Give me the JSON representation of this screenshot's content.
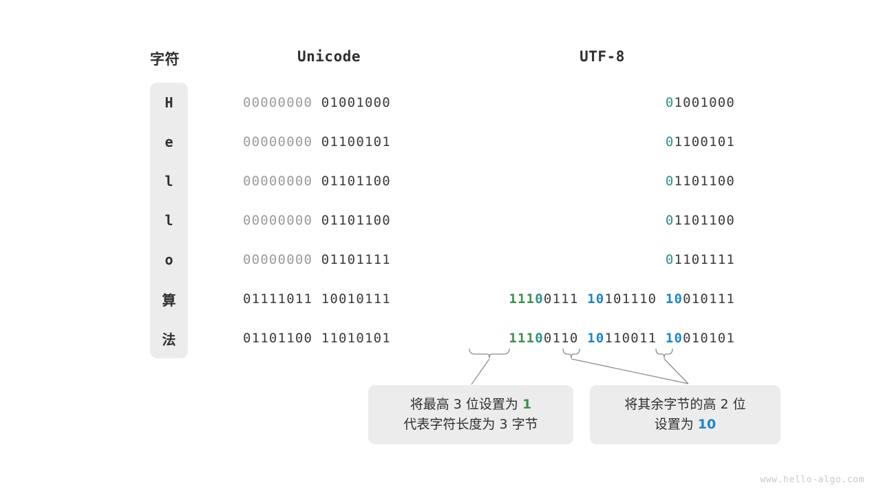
{
  "headers": {
    "char": "字符",
    "unicode": "Unicode",
    "utf8": "UTF-8"
  },
  "chars": [
    "H",
    "e",
    "l",
    "l",
    "o",
    "算",
    "法"
  ],
  "rows": [
    {
      "char": "H",
      "unicode_gray": "00000000",
      "unicode_dark": "01001000",
      "utf8_plain": "01001000",
      "utf8_lead": "0",
      "utf8_rest": "1001000",
      "type": "ascii"
    },
    {
      "char": "e",
      "unicode_gray": "00000000",
      "unicode_dark": "01100101",
      "utf8_plain": "01100101",
      "utf8_lead": "0",
      "utf8_rest": "1100101",
      "type": "ascii"
    },
    {
      "char": "l",
      "unicode_gray": "00000000",
      "unicode_dark": "01101100",
      "utf8_plain": "01101100",
      "utf8_lead": "0",
      "utf8_rest": "1101100",
      "type": "ascii"
    },
    {
      "char": "l",
      "unicode_gray": "00000000",
      "unicode_dark": "01101100",
      "utf8_plain": "01101100",
      "utf8_lead": "0",
      "utf8_rest": "1101100",
      "type": "ascii"
    },
    {
      "char": "o",
      "unicode_gray": "00000000",
      "unicode_dark": "01101111",
      "utf8_plain": "01101111",
      "utf8_lead": "0",
      "utf8_rest": "1101111",
      "type": "ascii"
    },
    {
      "char": "算",
      "unicode_gray": "",
      "unicode_b1": "01111011",
      "unicode_b2": "10010111",
      "utf8_p1_green": "111",
      "utf8_p1_teal": "0",
      "utf8_p1_rest": "0111",
      "utf8_p2_blue": "10",
      "utf8_p2_rest": "101110",
      "utf8_p3_blue": "10",
      "utf8_p3_rest": "010111",
      "type": "cjk"
    },
    {
      "char": "法",
      "unicode_gray": "",
      "unicode_b1": "01101100",
      "unicode_b2": "11010101",
      "utf8_p1_green": "111",
      "utf8_p1_teal": "0",
      "utf8_p1_rest": "0110",
      "utf8_p2_blue": "10",
      "utf8_p2_rest": "110011",
      "utf8_p3_blue": "10",
      "utf8_p3_rest": "010101",
      "type": "cjk"
    }
  ],
  "notes": [
    {
      "line1_pre": "将最高 3 位设置为 ",
      "line1_hl": "1",
      "line2": "代表字符长度为 3 字节"
    },
    {
      "line1": "将其余字节的高 2 位",
      "line2_pre": "设置为 ",
      "line2_hl": "10"
    }
  ],
  "watermark": "www.hello-algo.com",
  "colors": {
    "green": "#3f8f4f",
    "teal": "#2b8f85",
    "blue": "#1f84c8",
    "gray_bits": "#9b9b9b",
    "dark_bits": "#3a3a3a",
    "panel_bg": "#ececec",
    "connector": "#8c8c8c"
  }
}
